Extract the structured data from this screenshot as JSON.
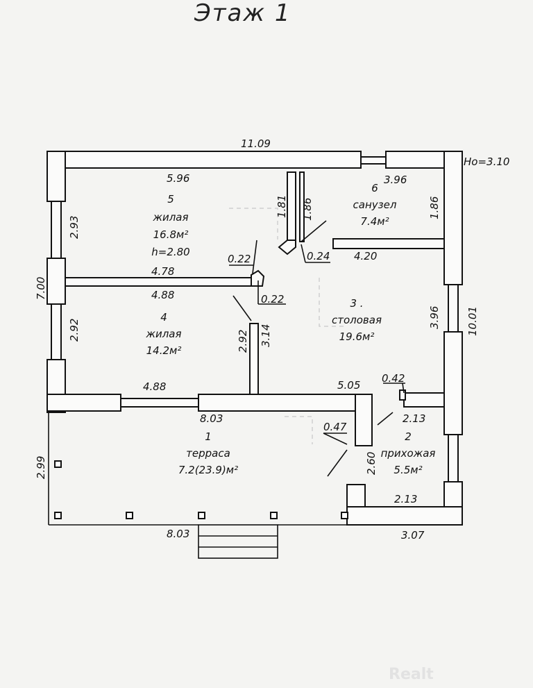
{
  "title": "Этаж 1",
  "ceiling_label": "Hо=3.10",
  "rooms": [
    {
      "num": "5",
      "name": "жилая",
      "area": "16.8м²",
      "height": "h=2.80"
    },
    {
      "num": "4",
      "name": "жилая",
      "area": "14.2м²"
    },
    {
      "num": "6",
      "name": "санузел",
      "area": "7.4м²"
    },
    {
      "num": "3 .",
      "name": "столовая",
      "area": "19.6м²"
    },
    {
      "num": "1",
      "name": "терраса",
      "area": "7.2(23.9)м²"
    },
    {
      "num": "2",
      "name": "прихожая",
      "area": "5.5м²"
    }
  ],
  "dims": {
    "top_total": "11.09",
    "room5_top": "5.96",
    "room6_top": "3.96",
    "room6_left": "1.86",
    "room6_right": "1.86",
    "corridor_h": "1.81",
    "room5_left": "2.93",
    "left_total": "7.00",
    "p022a": "0.22",
    "p022b": "0.22",
    "p024": "0.24",
    "w420": "4.20",
    "w478": "4.78",
    "w488a": "4.88",
    "room4_left": "2.92",
    "room4_right": "2.92",
    "room4_right2": "3.14",
    "room3_right": "3.96",
    "right_total": "10.01",
    "w488b": "4.88",
    "w505": "5.05",
    "p042": "0.42",
    "w803a": "8.03",
    "w213a": "2.13",
    "p047": "0.47",
    "h260": "2.60",
    "h299": "2.99",
    "w213b": "2.13",
    "w803b": "8.03",
    "w307": "3.07"
  },
  "watermark": "Realt"
}
